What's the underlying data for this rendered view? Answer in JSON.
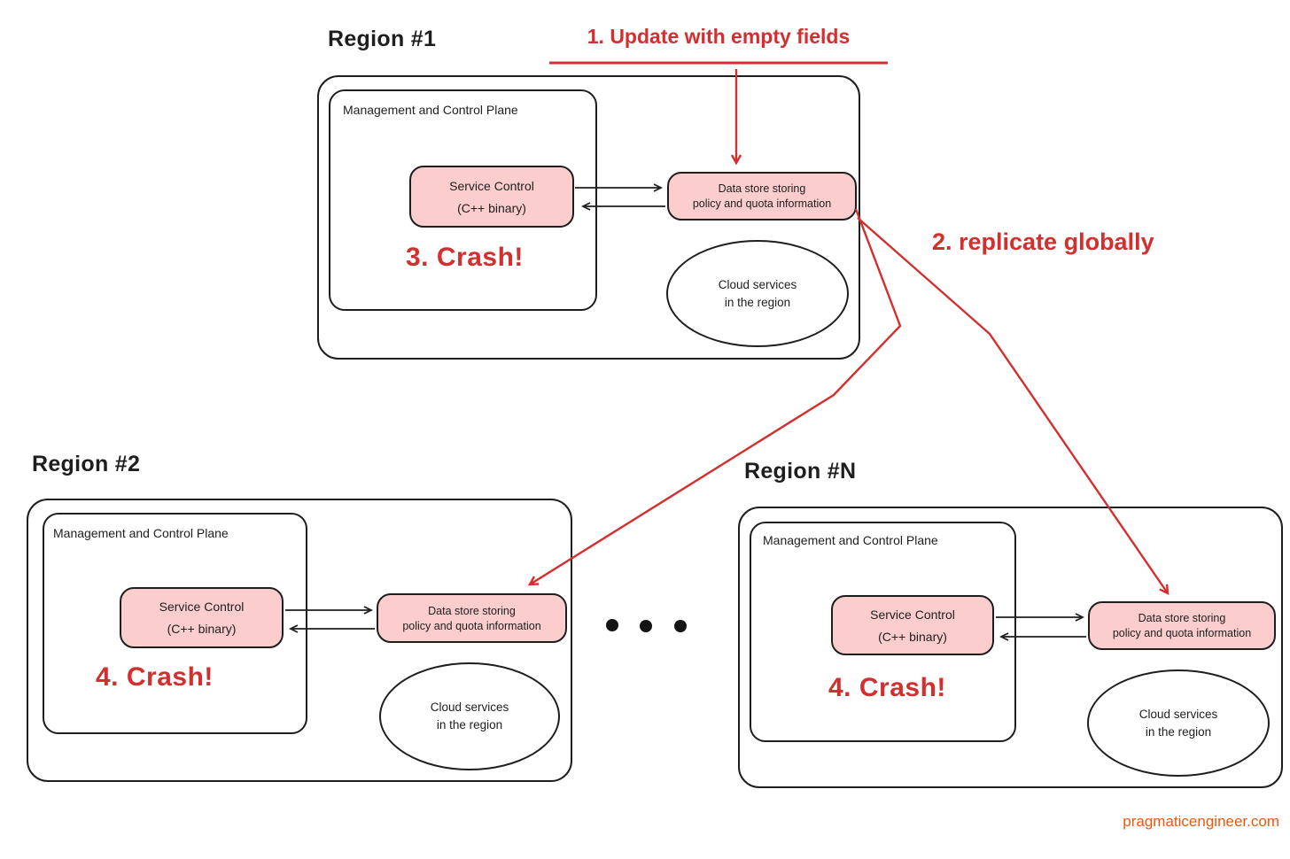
{
  "colors": {
    "ink": "#1e1e1e",
    "red": "#d32f2f",
    "pink_fill": "#fbcdcd",
    "watermark_orange": "#e8590c"
  },
  "annotations": {
    "step1": "1. Update with empty fields",
    "step2": "2. replicate globally"
  },
  "regions": [
    {
      "title": "Region #1",
      "plane_label": "Management and Control Plane",
      "service_line1": "Service Control",
      "service_line2": "(C++ binary)",
      "crash": "3. Crash!",
      "datastore_line1": "Data store storing",
      "datastore_line2": "policy and quota information",
      "cloud_line1": "Cloud services",
      "cloud_line2": "in the region"
    },
    {
      "title": "Region #2",
      "plane_label": "Management and Control Plane",
      "service_line1": "Service Control",
      "service_line2": "(C++ binary)",
      "crash": "4. Crash!",
      "datastore_line1": "Data store storing",
      "datastore_line2": "policy and quota information",
      "cloud_line1": "Cloud services",
      "cloud_line2": "in the region"
    },
    {
      "title": "Region #N",
      "plane_label": "Management and Control Plane",
      "service_line1": "Service Control",
      "service_line2": "(C++ binary)",
      "crash": "4. Crash!",
      "datastore_line1": "Data store storing",
      "datastore_line2": "policy and quota information",
      "cloud_line1": "Cloud services",
      "cloud_line2": "in the region"
    }
  ],
  "separator": {
    "type": "dots",
    "count": 3
  },
  "watermark": "pragmaticengineer.com"
}
